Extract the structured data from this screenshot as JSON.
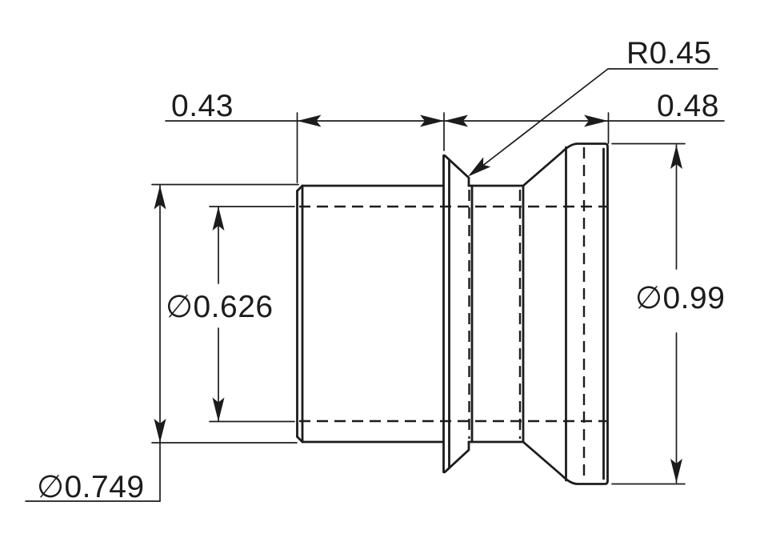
{
  "drawing": {
    "background": "#ffffff",
    "line_color": "#1c1c1c",
    "dimensions": {
      "length_left": {
        "label": "0.43"
      },
      "length_right": {
        "label": "0.48"
      },
      "groove_radius": {
        "label": "R0.45"
      },
      "bore_diameter": {
        "label": "∅0.626"
      },
      "outer_diameter": {
        "label": "∅0.99"
      },
      "body_diameter": {
        "label": "∅0.749"
      }
    }
  }
}
